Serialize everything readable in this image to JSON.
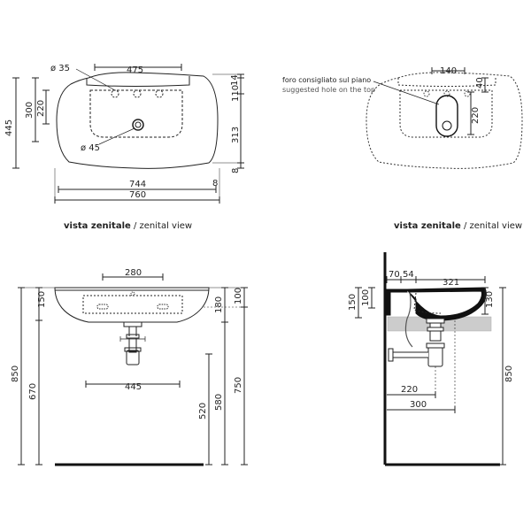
{
  "views": {
    "top_left": {
      "caption_bold": "vista zenitale",
      "caption_rest": " / zenital view",
      "dims": {
        "d35": "ø 35",
        "d475": "475",
        "d14": "14",
        "d445": "445",
        "d300": "300",
        "d220": "220",
        "d110": "110",
        "d313": "313",
        "d45": "ø 45",
        "d8a": "8",
        "d8b": "8",
        "d744": "744",
        "d760": "760"
      }
    },
    "top_right": {
      "caption_bold": "vista zenitale",
      "caption_rest": " / zenital view",
      "note_it": "foro consigliato sul piano",
      "note_en": "suggested hole on the top",
      "dims": {
        "d140": "140",
        "d40": "40",
        "d220": "220"
      }
    },
    "front": {
      "dims": {
        "d280": "280",
        "d150": "150",
        "d850": "850",
        "d670": "670",
        "d445": "445",
        "d180": "180",
        "d100": "100",
        "d520": "520",
        "d580": "580",
        "d750": "750"
      }
    },
    "side": {
      "dims": {
        "d70": "70",
        "d54": "54",
        "d321": "321",
        "d150": "150",
        "d100": "100",
        "d130": "130",
        "d850": "850",
        "d220": "220",
        "d300": "300"
      }
    }
  },
  "colors": {
    "line": "#222222",
    "hidden": "#333333",
    "fill_dark": "#111111",
    "fill_grey": "#cccccc"
  }
}
